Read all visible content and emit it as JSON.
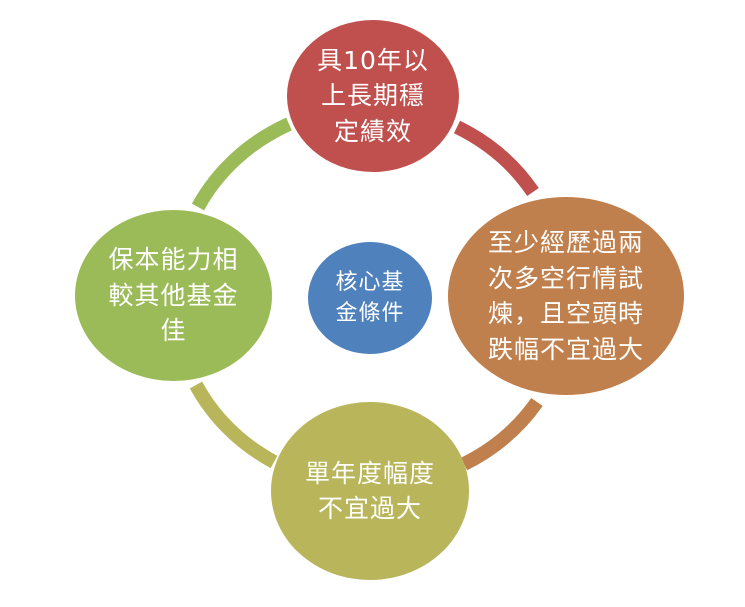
{
  "center": {
    "label": "核心基\n金條件",
    "color": "#4f81bd"
  },
  "nodes": [
    {
      "id": "top",
      "label": "具10年以\n上長期穩\n定績效",
      "color": "#c0504d"
    },
    {
      "id": "right",
      "label": "至少經歷過兩\n次多空行情試\n煉，且空頭時\n跌幅不宜過大",
      "color": "#c0804d"
    },
    {
      "id": "bottom",
      "label": "單年度幅度\n不宜過大",
      "color": "#b9b55a"
    },
    {
      "id": "left",
      "label": "保本能力相\n較其他基金\n佳",
      "color": "#9bbb59"
    }
  ],
  "arcs": [
    {
      "from": "top",
      "to": "right",
      "color": "#c0504d"
    },
    {
      "from": "right",
      "to": "bottom",
      "color": "#c0804d"
    },
    {
      "from": "bottom",
      "to": "left",
      "color": "#b9b55a"
    },
    {
      "from": "left",
      "to": "top",
      "color": "#9bbb59"
    }
  ]
}
